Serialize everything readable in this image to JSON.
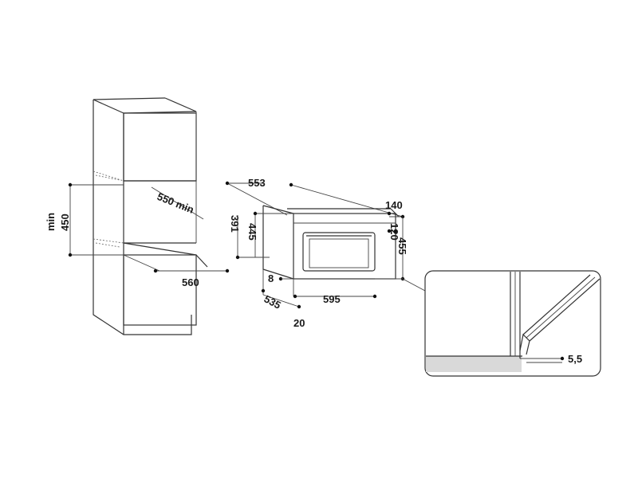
{
  "dimensions": {
    "cabinet_niche_height": "450",
    "cabinet_niche_min": "min",
    "cabinet_depth_min": "550 min",
    "cabinet_width": "560",
    "oven_depth_total": "553",
    "oven_top_offset": "140",
    "oven_body_height": "391",
    "oven_front_height": "445",
    "oven_panel_step": "120",
    "oven_overall_height": "455",
    "oven_side_gap": "8",
    "oven_width": "595",
    "oven_body_depth": "535",
    "oven_front_thickness": "20",
    "detail_gap": "5,5"
  }
}
